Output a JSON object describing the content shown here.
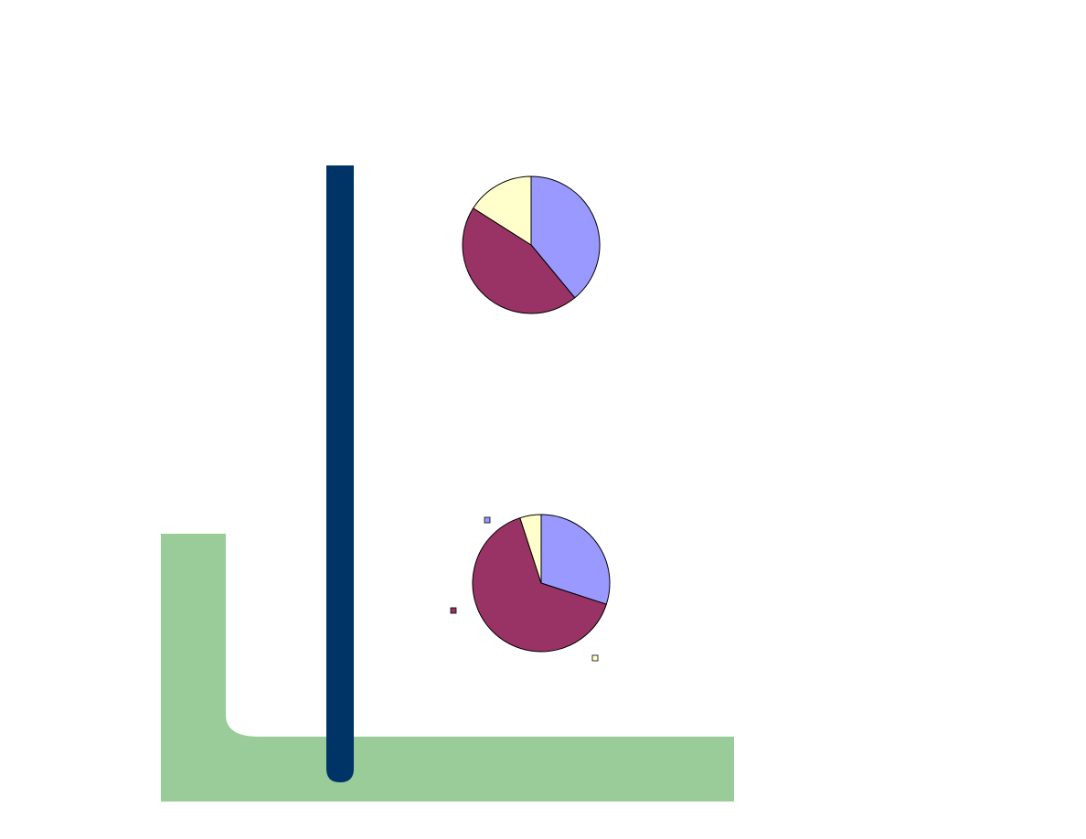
{
  "slide": {
    "colors": {
      "background": "#ffffff",
      "accent_bar": "#003366",
      "frame": "#99cc99"
    }
  },
  "chart_data": [
    {
      "type": "pie",
      "title": "",
      "slices": [
        {
          "value": 39,
          "color": "#9999ff"
        },
        {
          "value": 45,
          "color": "#993366"
        },
        {
          "value": 16,
          "color": "#ffffcc"
        }
      ],
      "start_angle_deg": 0,
      "direction": "clockwise",
      "outline_color": "#000000",
      "legend_markers": false
    },
    {
      "type": "pie",
      "title": "",
      "slices": [
        {
          "value": 30,
          "color": "#9999ff"
        },
        {
          "value": 65,
          "color": "#993366"
        },
        {
          "value": 5,
          "color": "#ffffcc"
        }
      ],
      "start_angle_deg": 0,
      "direction": "clockwise",
      "outline_color": "#000000",
      "legend_markers": true
    }
  ]
}
